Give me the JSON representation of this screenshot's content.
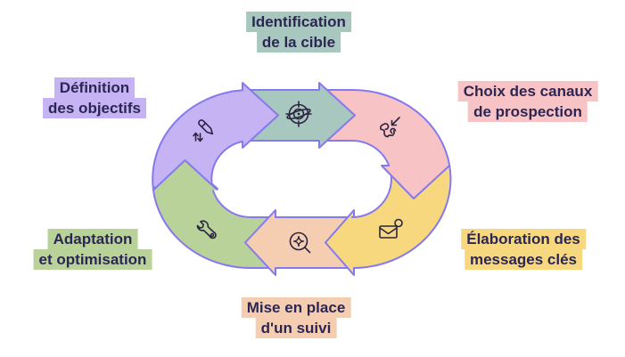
{
  "diagram": {
    "type": "cycle",
    "direction": "clockwise",
    "outline_color": "#8579f0",
    "text_color": "#2b2653",
    "icon_color": "#2b2440",
    "background": "#ffffff",
    "steps": [
      {
        "label_line1": "Définition",
        "label_line2": "des objectifs",
        "color": "#c5b3f4",
        "icon": "pencil-sort-arrows-icon"
      },
      {
        "label_line1": "Identification",
        "label_line2": "de la cible",
        "color": "#a8c7be",
        "icon": "target-orbit-icon"
      },
      {
        "label_line1": "Choix des canaux",
        "label_line2": "de prospection",
        "color": "#f8c3c5",
        "icon": "phone-incoming-icon"
      },
      {
        "label_line1": "Élaboration des",
        "label_line2": "messages clés",
        "color": "#f7d87f",
        "icon": "envelope-notification-icon"
      },
      {
        "label_line1": "Mise en place",
        "label_line2": "d'un suivi",
        "color": "#f5ceb2",
        "icon": "search-sparkle-icon"
      },
      {
        "label_line1": "Adaptation",
        "label_line2": "et optimisation",
        "color": "#b9d299",
        "icon": "wrench-icon"
      }
    ]
  }
}
